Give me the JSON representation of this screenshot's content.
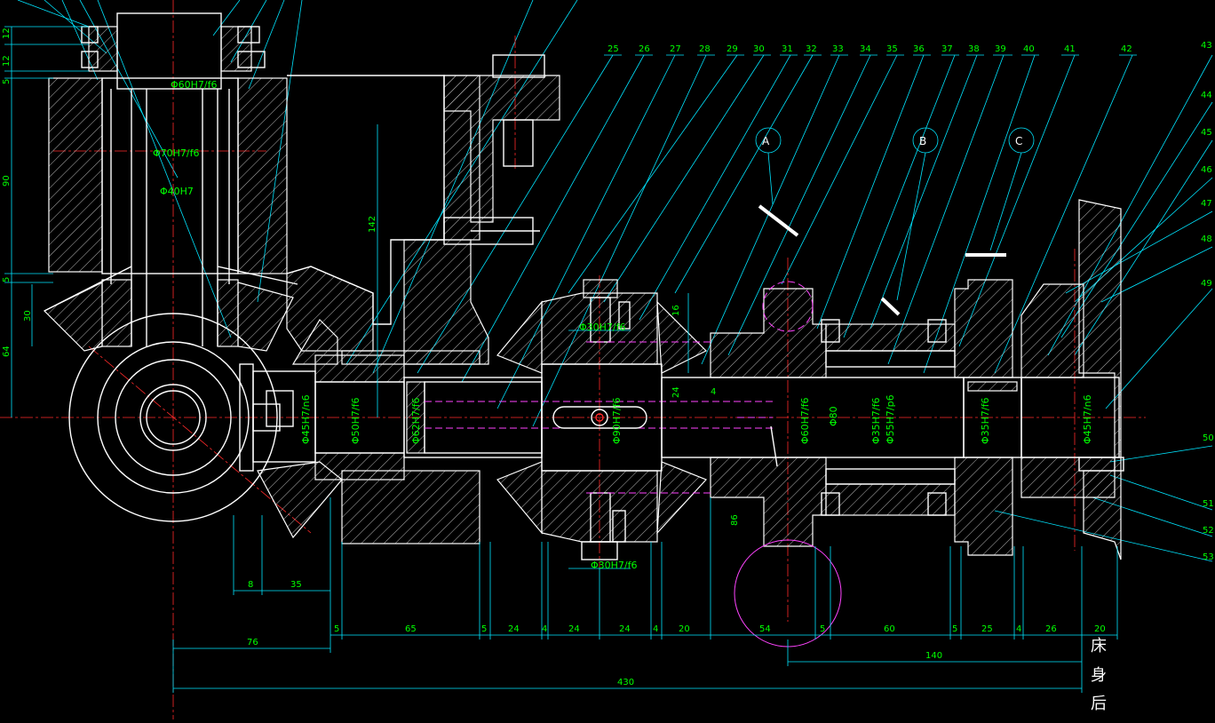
{
  "colors": {
    "background": "#000000",
    "outline": "#ffffff",
    "dimension": "#00e5ff",
    "dimension_text": "#00ff00",
    "centerline": "#ff2a2a",
    "hidden": "#ff44ff",
    "hatch": "#c8c8c8"
  },
  "part_numbers": [
    "25",
    "26",
    "27",
    "28",
    "29",
    "30",
    "31",
    "32",
    "33",
    "34",
    "35",
    "36",
    "37",
    "38",
    "39",
    "40",
    "41",
    "42",
    "43",
    "44",
    "45",
    "46",
    "47",
    "48",
    "49",
    "50",
    "51",
    "52",
    "53"
  ],
  "view_labels": [
    "A",
    "B",
    "C"
  ],
  "fits": {
    "f60": "Φ60H7/f6",
    "f70": "Φ70H7/f6",
    "f40": "Φ40H7",
    "f45a": "Φ45H7/n6",
    "f50": "Φ50H7/f6",
    "f62": "Φ62H7/f6",
    "f90": "Φ90H7/f6",
    "f60b": "Φ60H7/f6",
    "f80": "Φ80",
    "f35a": "Φ35H7/f6",
    "f55": "Φ55H7/p6",
    "f35b": "Φ35H7/f6",
    "f45b": "Φ45H7/n6",
    "f30top": "Φ30H7/f6",
    "f30bot": "Φ30H7/f6"
  },
  "dims": {
    "v12a": "12",
    "v12b": "12",
    "v5a": "5",
    "v90": "90",
    "v5b": "5",
    "v30": "30",
    "v64": "64",
    "v142": "142",
    "v16a": "16",
    "v24": "24",
    "v4": "4",
    "v86": "86",
    "h8": "8",
    "h35": "35",
    "h76": "76",
    "h5a": "5",
    "h65": "65",
    "h5b": "5",
    "h24a": "24",
    "h4a": "4",
    "h24b": "24",
    "h24c": "24",
    "h4b": "4",
    "h20a": "20",
    "h54": "54",
    "h5c": "5",
    "h60": "60",
    "h5d": "5",
    "h25": "25",
    "h4c": "4",
    "h26": "26",
    "h20b": "20",
    "h140": "140",
    "h430": "430"
  },
  "chinese_label": [
    "床",
    "身",
    "后"
  ]
}
